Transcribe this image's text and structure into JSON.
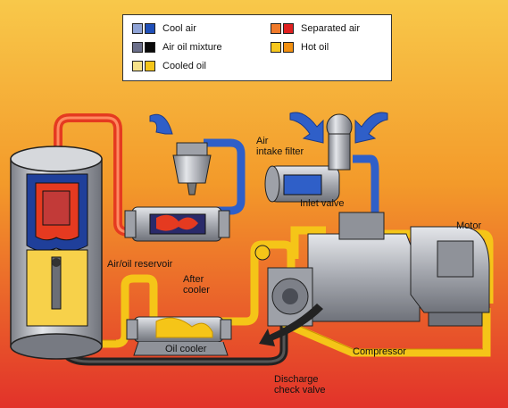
{
  "legend": {
    "items": [
      {
        "label": "Cool air",
        "colors": [
          "#8fa3d6",
          "#1f4fb8"
        ]
      },
      {
        "label": "Air oil mixture",
        "colors": [
          "#6b6f8a",
          "#0a0a0a"
        ]
      },
      {
        "label": "Cooled oil",
        "colors": [
          "#f6e28a",
          "#f5c518"
        ]
      },
      {
        "label": "Separated air",
        "colors": [
          "#f07a2a",
          "#e02020"
        ]
      },
      {
        "label": "Hot oil",
        "colors": [
          "#f7c81e",
          "#f29010"
        ]
      }
    ]
  },
  "labels": {
    "air_intake_filter": "Air\nintake filter",
    "inlet_valve": "Inlet valve",
    "motor": "Motor",
    "air_oil_reservoir": "Air/oil reservoir",
    "after_cooler": "After\ncooler",
    "oil_cooler": "Oil cooler",
    "compressor": "Compressor",
    "discharge_check_valve": "Discharge\ncheck valve"
  },
  "colors": {
    "background_top": "#f8c23a",
    "background_bottom": "#e8322a",
    "metal": "#b9bcc4",
    "hot_oil": "#f5c518",
    "separated_air": "#e02020",
    "cool_air": "#1f4fb8",
    "air_oil_mixture": "#2a2a3a"
  }
}
